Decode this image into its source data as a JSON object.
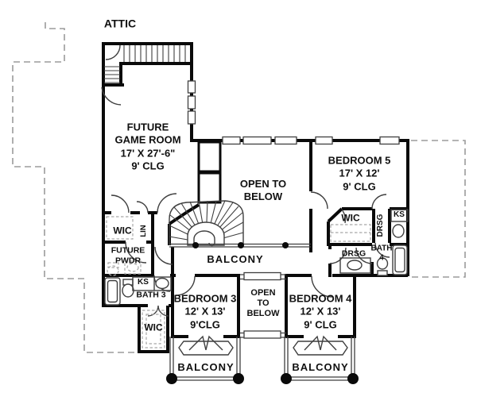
{
  "colors": {
    "bg": "#ffffff",
    "wall": "#0a0a0a",
    "thin": "#3f3f3f",
    "roof": "#9b9b9b",
    "dashfix": "#a8a8a8",
    "text": "#101010"
  },
  "labels": {
    "attic": "ATTIC",
    "game_room": {
      "l1": "FUTURE",
      "l2": "GAME ROOM",
      "l3": "17' X 27'-6\"",
      "l4": "9' CLG"
    },
    "open_below_main": {
      "l1": "OPEN TO",
      "l2": "BELOW"
    },
    "bedroom5": {
      "l1": "BEDROOM 5",
      "l2": "17' X 12'",
      "l3": "9' CLG"
    },
    "wic_hall": "WIC",
    "linen": "LIN",
    "powder": {
      "l1": "FUTURE",
      "l2": "PWDR"
    },
    "ks_bath3": "KS",
    "bath3": "BATH 3",
    "balcony_main": "BALCONY",
    "wic_bedroom3": "WIC",
    "bedroom3": {
      "l1": "BEDROOM 3",
      "l2": "12' X 13'",
      "l3": "9'CLG"
    },
    "open_below_small": {
      "l1": "OPEN",
      "l2": "TO",
      "l3": "BELOW"
    },
    "bedroom4": {
      "l1": "BEDROOM 4",
      "l2": "12' X 13'",
      "l3": "9' CLG"
    },
    "wic_bedroom5": "WIC",
    "drsg_upper": "DRSG",
    "ks_bath4": "KS",
    "bath4": {
      "l1": "BATH",
      "l2": "4"
    },
    "drsg_lower": "DRSG",
    "balcony_left": "BALCONY",
    "balcony_right": "BALCONY"
  }
}
